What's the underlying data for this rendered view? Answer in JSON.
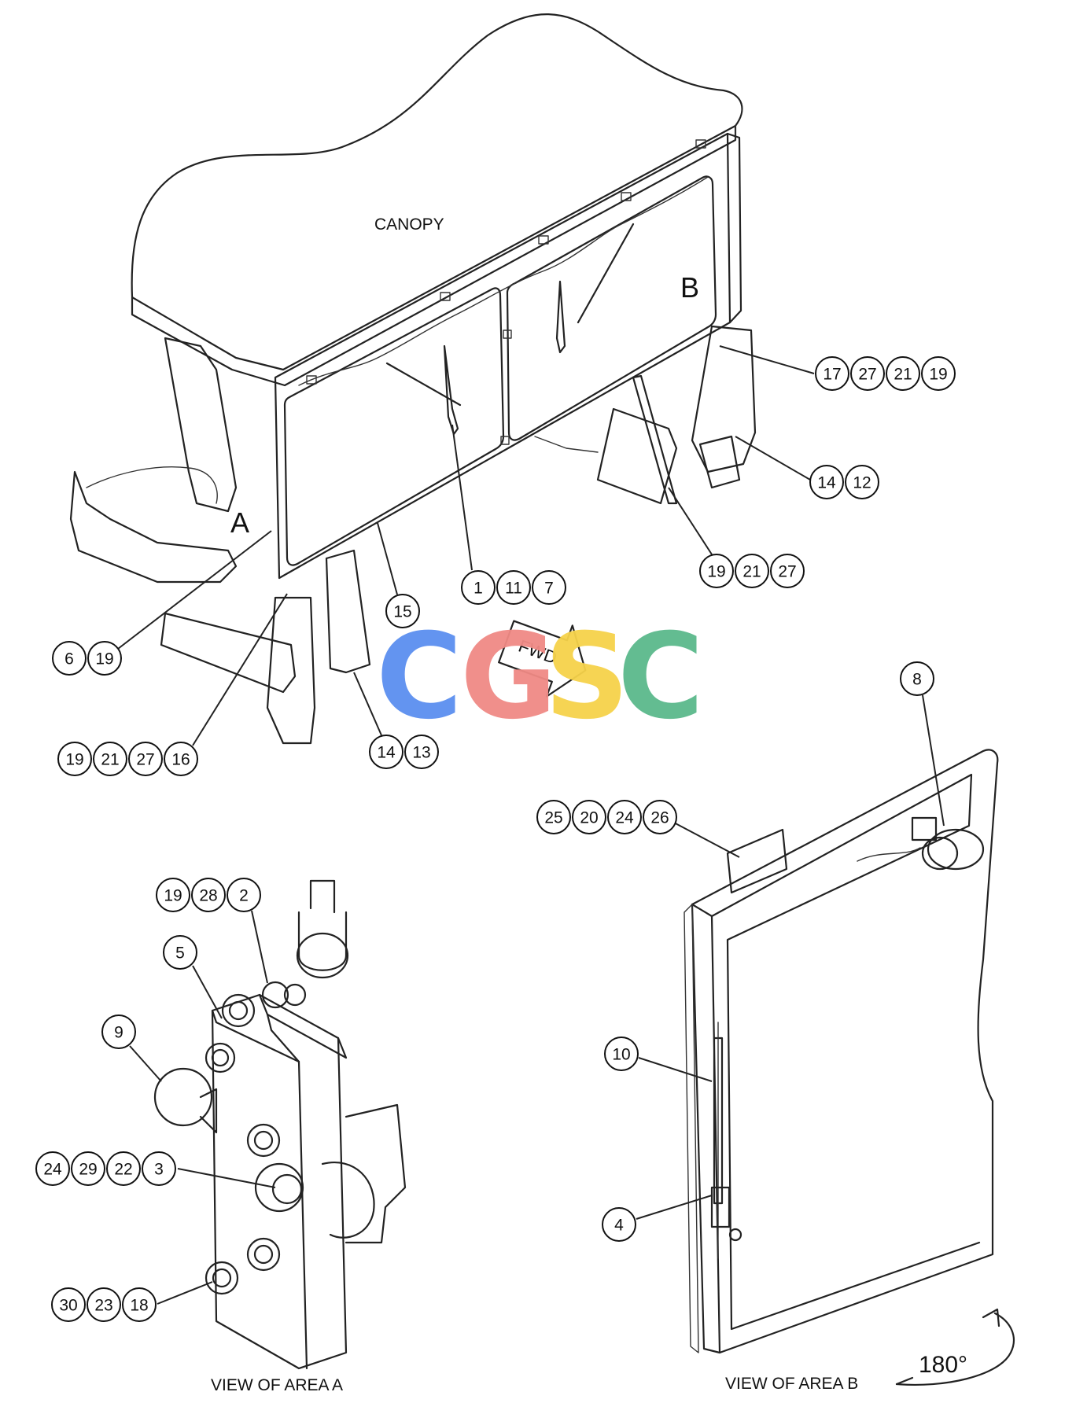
{
  "labels": {
    "canopy": "CANOPY",
    "area_a": "A",
    "area_b": "B",
    "fwd": "FWD",
    "view_a": "VIEW OF AREA  A",
    "view_b": "VIEW OF AREA  B",
    "rotation": "180°"
  },
  "watermark": {
    "letters": [
      "C",
      "G",
      "S",
      "C"
    ],
    "colors": [
      "#5b8ff0",
      "#f08a85",
      "#f6d24a",
      "#5bb98c"
    ]
  },
  "callouts": [
    {
      "id": "c1",
      "numbers": [
        "17",
        "27",
        "21",
        "19"
      ]
    },
    {
      "id": "c2",
      "numbers": [
        "14",
        "12"
      ]
    },
    {
      "id": "c3",
      "numbers": [
        "19",
        "21",
        "27"
      ]
    },
    {
      "id": "c4",
      "numbers": [
        "1",
        "11",
        "7"
      ]
    },
    {
      "id": "c5",
      "numbers": [
        "15"
      ]
    },
    {
      "id": "c6",
      "numbers": [
        "6",
        "19"
      ]
    },
    {
      "id": "c7",
      "numbers": [
        "19",
        "21",
        "27",
        "16"
      ]
    },
    {
      "id": "c8",
      "numbers": [
        "14",
        "13"
      ]
    },
    {
      "id": "c9",
      "numbers": [
        "8"
      ]
    },
    {
      "id": "c10",
      "numbers": [
        "25",
        "20",
        "24",
        "26"
      ]
    },
    {
      "id": "c11",
      "numbers": [
        "19",
        "28",
        "2"
      ]
    },
    {
      "id": "c12",
      "numbers": [
        "5"
      ]
    },
    {
      "id": "c13",
      "numbers": [
        "9"
      ]
    },
    {
      "id": "c14",
      "numbers": [
        "24",
        "29",
        "22",
        "3"
      ]
    },
    {
      "id": "c15",
      "numbers": [
        "30",
        "23",
        "18"
      ]
    },
    {
      "id": "c16",
      "numbers": [
        "10"
      ]
    },
    {
      "id": "c17",
      "numbers": [
        "4"
      ]
    }
  ]
}
